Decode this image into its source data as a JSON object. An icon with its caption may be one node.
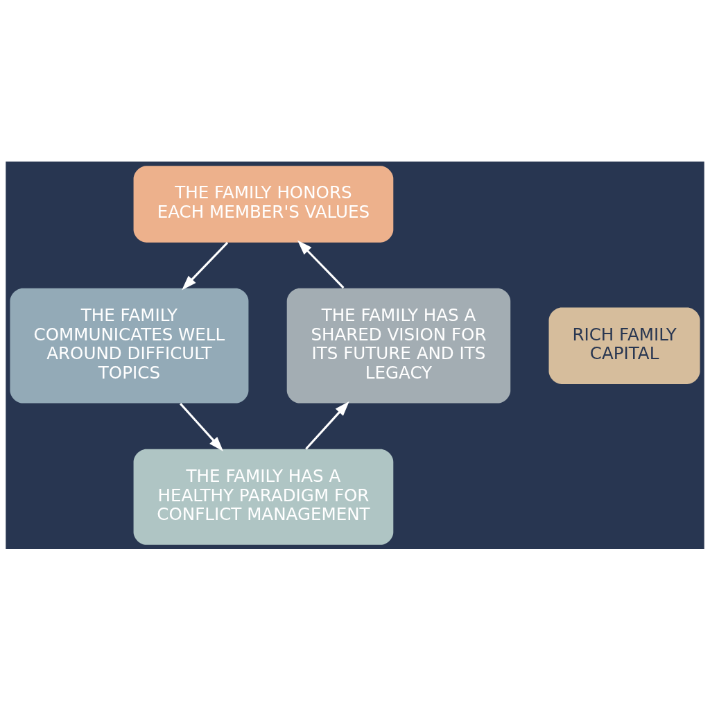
{
  "diagram": {
    "nodes": [
      {
        "text": [
          "THE FAMILY HONORS EACH MEMBER'S VALUES"
        ]
      },
      {
        "text": [
          "THE FAMILY HAS A SHARED VISION FOR ITS FUTURE AND ITS LEGACY"
        ]
      },
      {
        "text": [
          "RICH FAMILY CAPITAL"
        ]
      },
      {
        "text": [
          "THE FAMILY COMMUNICATES WELL AROUND DIFFICULT TOPICS"
        ]
      },
      {
        "text": [
          "THE FAMILY HAS A HEALTHY PARADIGM FOR CONFLICT MANAGEMENT"
        ]
      }
    ],
    "edges": [
      {
        "from": 0,
        "to": 3,
        "arrow": "to"
      },
      {
        "from": 3,
        "to": 4,
        "arrow": "to"
      },
      {
        "from": 4,
        "to": 1,
        "arrow": "to"
      },
      {
        "from": 1,
        "to": 0,
        "arrow": "to"
      }
    ]
  }
}
